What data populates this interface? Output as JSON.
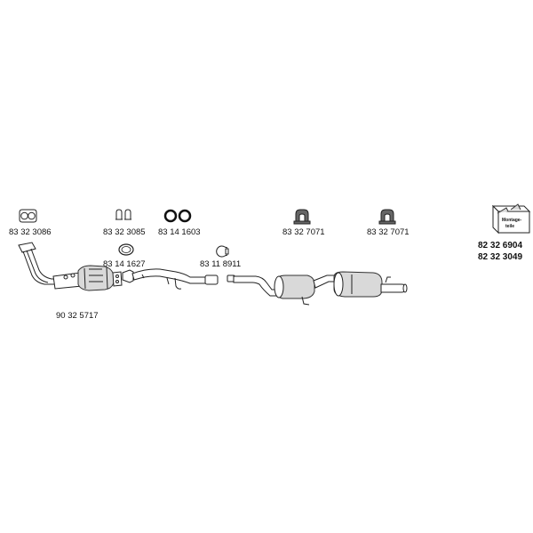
{
  "parts": {
    "gasket_a": "83 32 3086",
    "clamps_pair": "83 32 3085",
    "rings_pair": "83 14 1603",
    "hanger_front": "83 32 7071",
    "hanger_rear": "83 32 7071",
    "gasket_b": "83 14 1627",
    "clamp_single": "83 11 8911",
    "downpipe_cat": "90 32 5717",
    "kit_code_1": "82 32 6904",
    "kit_code_2": "82 32 3049"
  },
  "kit_box": {
    "label_line1": "Montage-",
    "label_line2": "teile"
  }
}
